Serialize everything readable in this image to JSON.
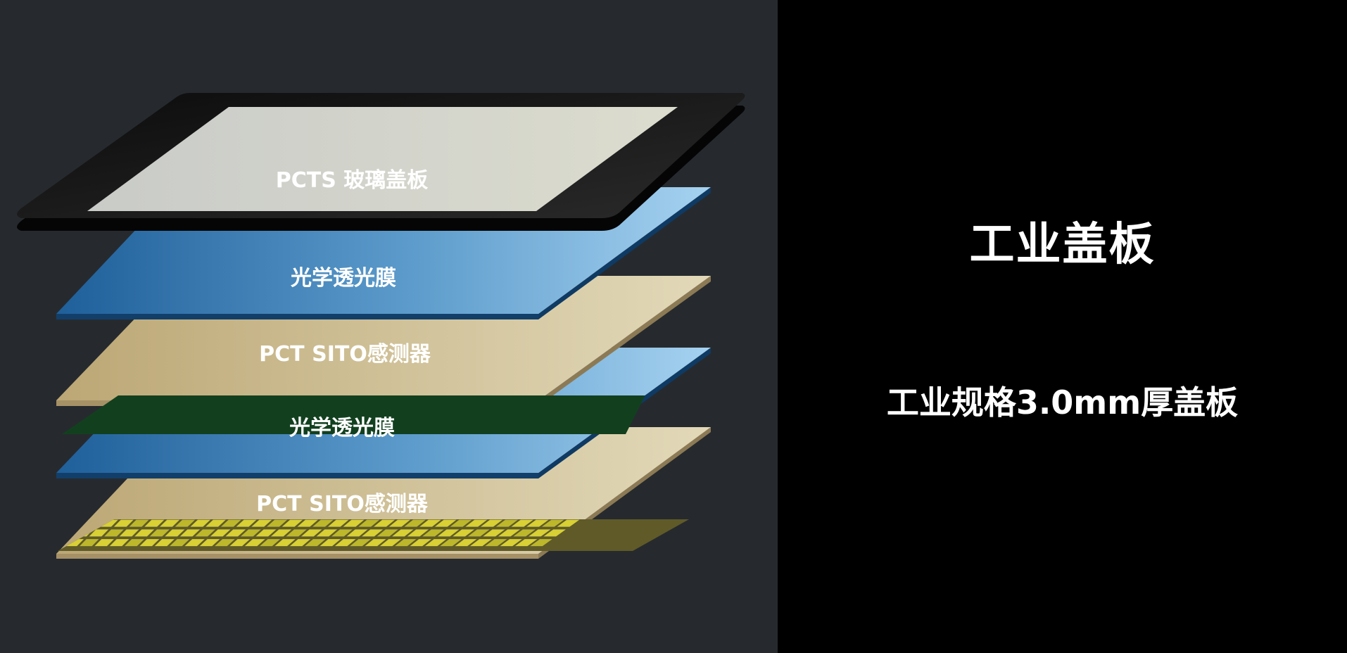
{
  "diagram": {
    "layers": [
      {
        "id": "glass",
        "label": "PCTS 玻璃盖板"
      },
      {
        "id": "film1",
        "label": "光学透光膜"
      },
      {
        "id": "sensor1",
        "label": "PCT SITO感测器"
      },
      {
        "id": "film2",
        "label": "光学透光膜"
      },
      {
        "id": "sensor2",
        "label": "PCT SITO感测器"
      }
    ]
  },
  "info": {
    "title": "工业盖板",
    "subtitle": "工业规格3.0mm厚盖板"
  },
  "colors": {
    "left_bg": "#262a2e",
    "right_bg": "#000000",
    "film_dark": "#1f5f9a",
    "film_light": "#a6d2f0",
    "sensor1_cell": "#1e9a3c",
    "sensor2_cell": "#d8d035",
    "substrate": "#c9b88a",
    "glass_frame": "#161616",
    "glass_surface": "#d8d9d0"
  }
}
